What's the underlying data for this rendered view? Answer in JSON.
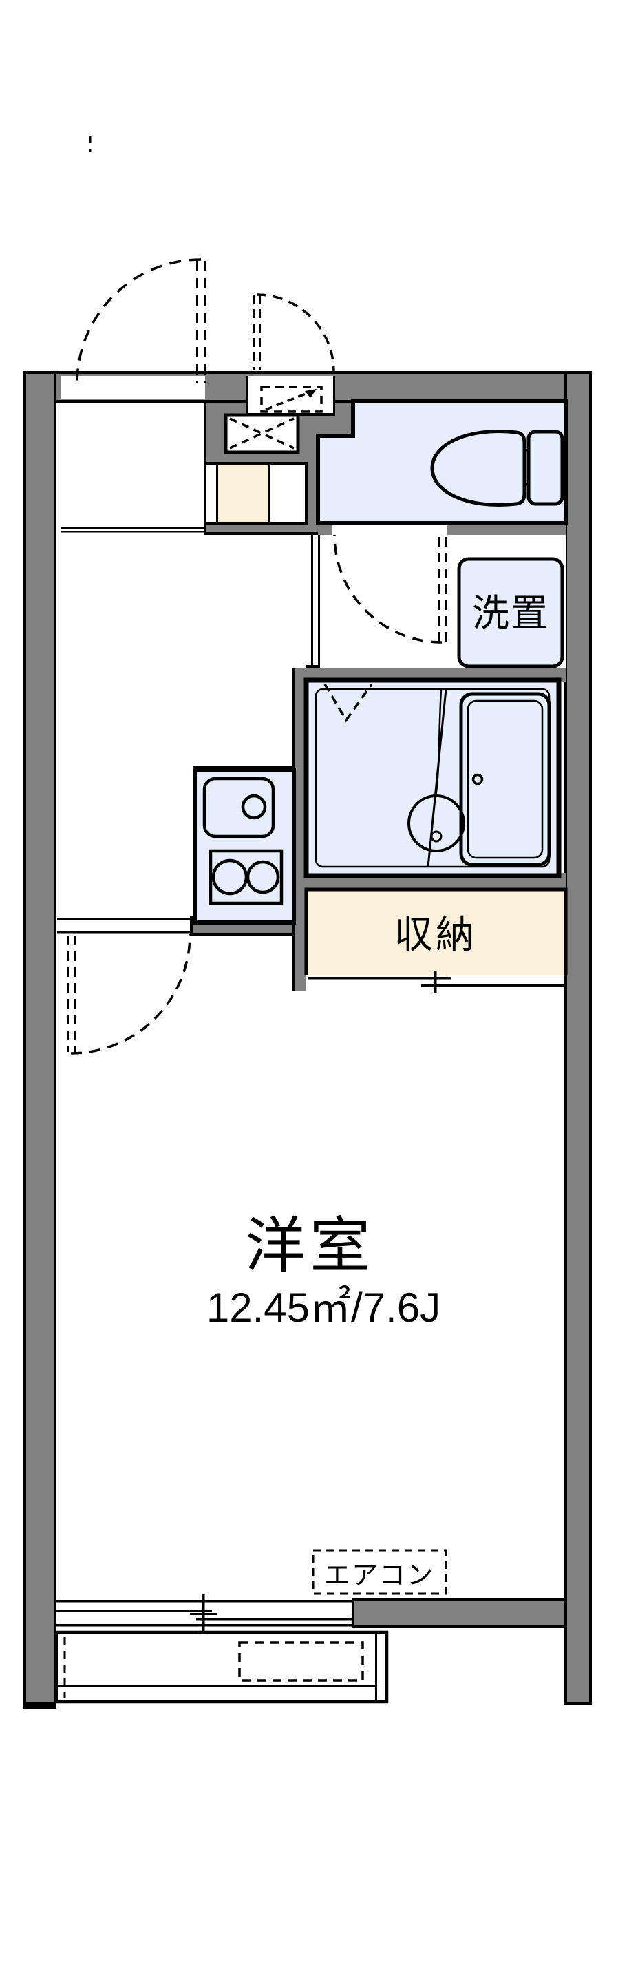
{
  "floorplan": {
    "labels": {
      "western_room": "洋室",
      "western_room_area": "12.45㎡/7.6J",
      "storage": "収納",
      "laundry": "洗置",
      "aircon": "エアコン"
    },
    "colors": {
      "wall": "#818181",
      "water_room": "#E5EEFA",
      "storage_fill": "#FBF0D9",
      "line": "#000000",
      "background": "#FFFFFF"
    }
  }
}
